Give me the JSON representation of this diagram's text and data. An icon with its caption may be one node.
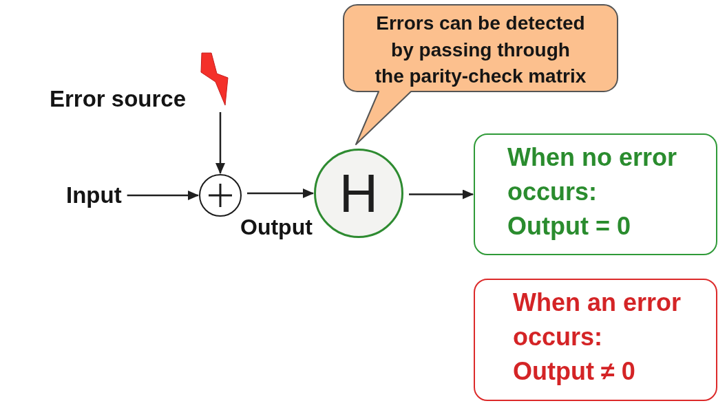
{
  "diagram": {
    "nodes": [
      {
        "text": [],
        "shape": "picture",
        "beside": [
          "Error source"
        ]
      },
      {
        "text": [
          "Input"
        ]
      },
      {
        "text": [],
        "shape": "circle"
      },
      {
        "text": [
          "H"
        ]
      },
      {
        "text": [
          "Errors can be detected by passing through the parity-check matrix"
        ]
      },
      {
        "text": [
          "When no error occurs:",
          "Output = 0"
        ]
      },
      {
        "text": [
          "When an error occurs:",
          "Output ≠ 0"
        ]
      }
    ],
    "edges": [
      {
        "from": 0,
        "to": 2,
        "arrow": "to"
      },
      {
        "from": 1,
        "to": 2,
        "arrow": "to"
      },
      {
        "from": 2,
        "to": 3,
        "arrow": "to",
        "label": "Output"
      },
      {
        "from": 3,
        "to": 5,
        "arrow": "to"
      }
    ]
  }
}
